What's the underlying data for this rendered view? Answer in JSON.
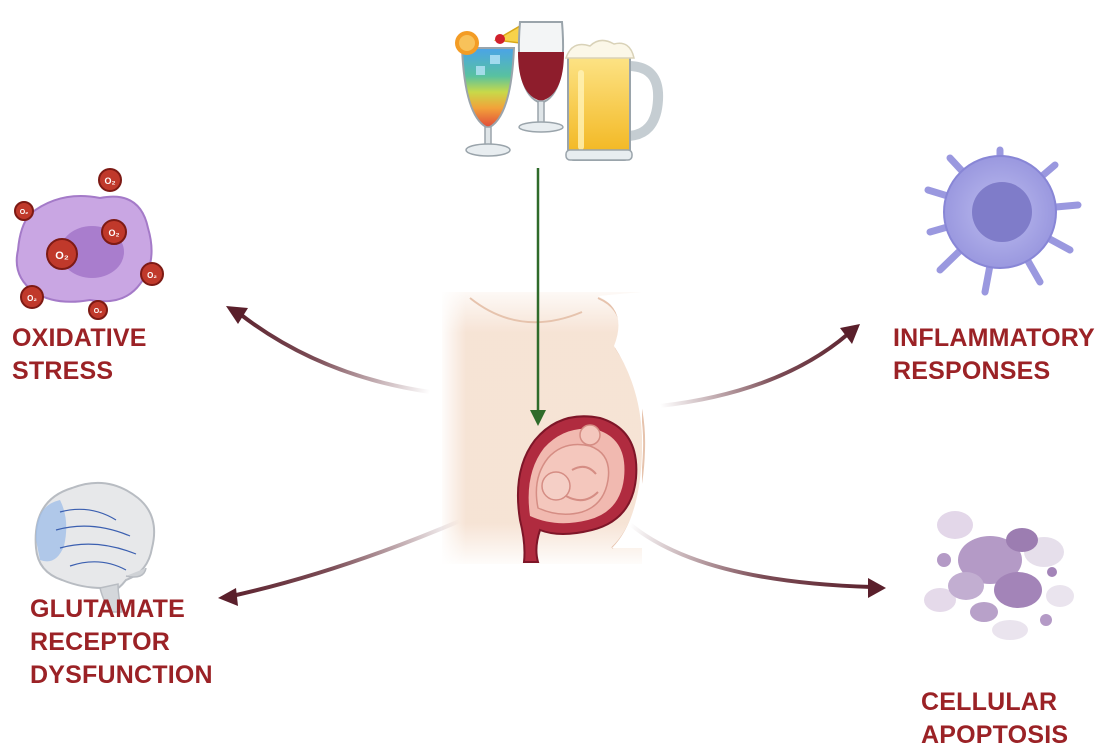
{
  "effects": {
    "oxidative_stress": {
      "lines": [
        "OXIDATIVE",
        "STRESS"
      ]
    },
    "inflammatory_responses": {
      "lines": [
        "INFLAMMATORY",
        "RESPONSES"
      ]
    },
    "glutamate_receptor_dysfunction": {
      "lines": [
        "GLUTAMATE",
        "RECEPTOR",
        "DYSFUNCTION"
      ]
    },
    "cellular_apoptosis": {
      "lines": [
        "CELLULAR",
        "APOPTOSIS"
      ]
    }
  },
  "oxygen_symbol": "O₂",
  "colors": {
    "label": "#9b2226",
    "effect_arrow": "#5a1f2b",
    "alcohol_arrow": "#2f6b2a",
    "skin": "#f6e2d3",
    "cell_purple": "#c9a6e3",
    "immune_cell": "#a9a8e6",
    "ros_star": "#c0392b"
  },
  "icons": [
    "cocktail-glass-icon",
    "wine-glass-icon",
    "beer-mug-icon",
    "pregnant-torso-icon",
    "fetus-in-uterus-icon",
    "oxidative-cell-icon",
    "immune-cell-icon",
    "brain-icon",
    "apoptotic-cells-icon"
  ]
}
